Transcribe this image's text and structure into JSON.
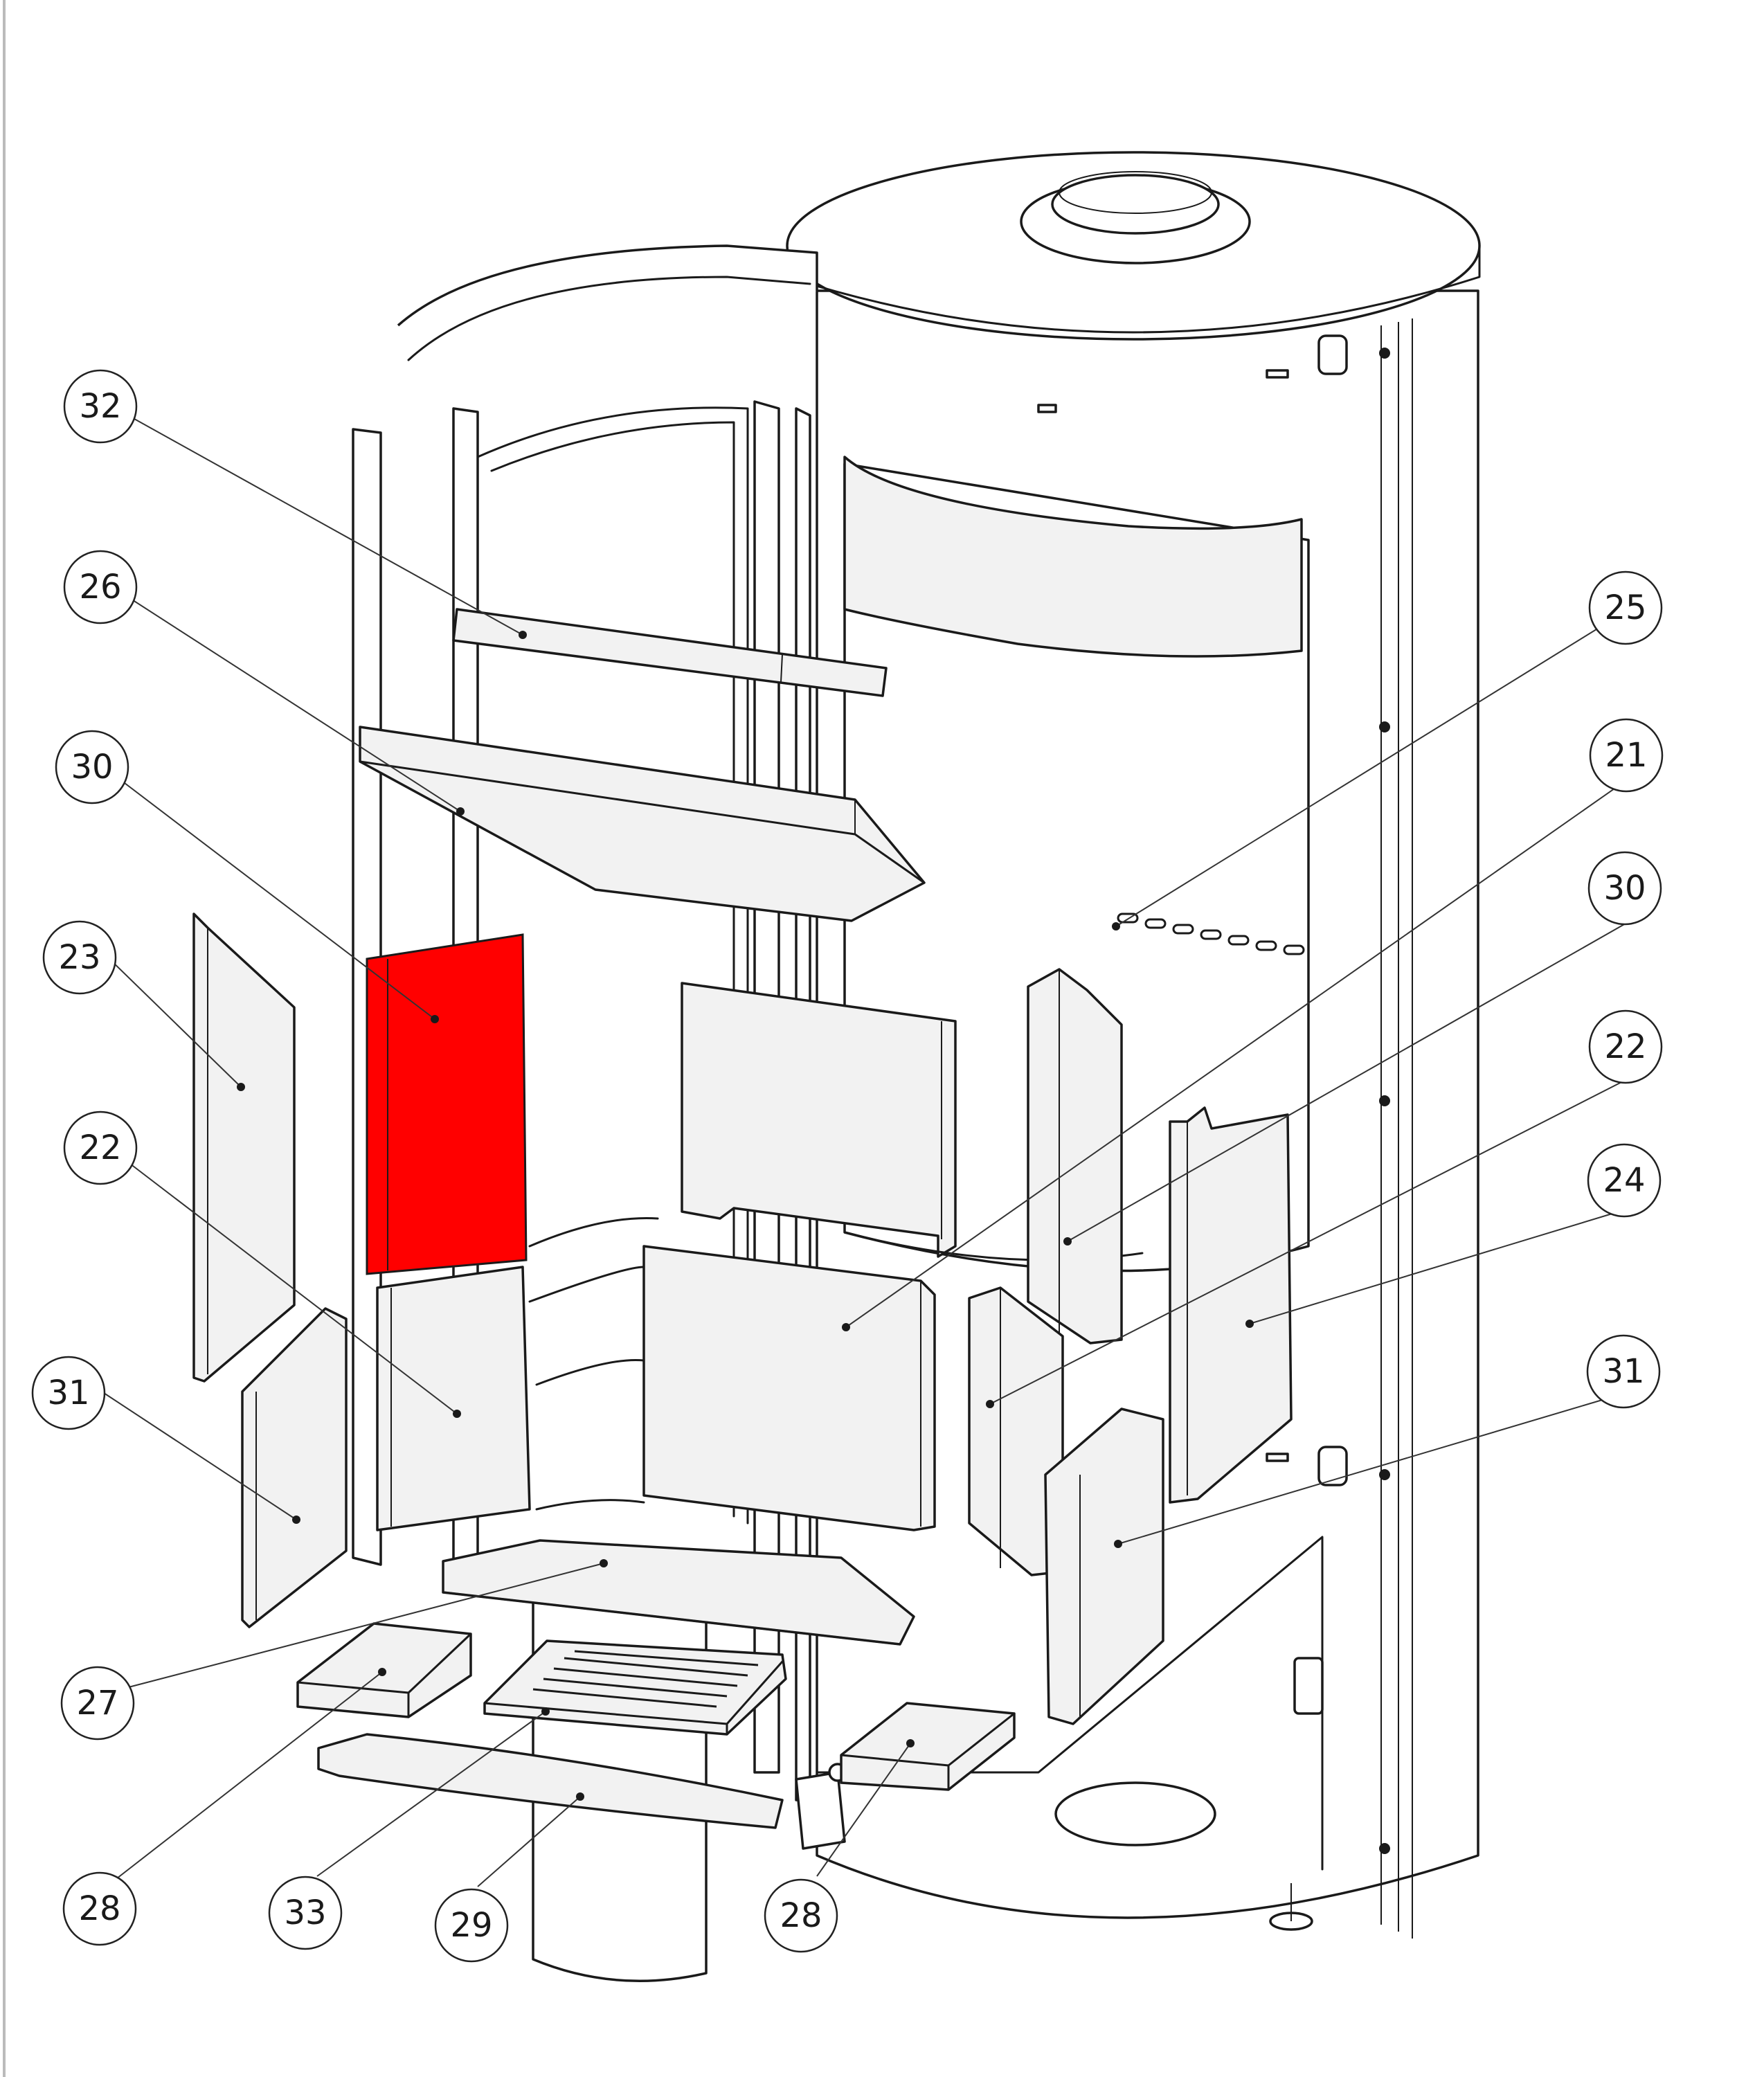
{
  "diagram": {
    "highlight_color": "#ff0000",
    "line_color": "#1a1a1a",
    "highlighted_part": "30",
    "callouts": [
      {
        "id": "c32-left",
        "label": "32"
      },
      {
        "id": "c26-left",
        "label": "26"
      },
      {
        "id": "c30-left",
        "label": "30"
      },
      {
        "id": "c23-left",
        "label": "23"
      },
      {
        "id": "c22-left",
        "label": "22"
      },
      {
        "id": "c31-left",
        "label": "31"
      },
      {
        "id": "c27-left",
        "label": "27"
      },
      {
        "id": "c28-bottom-left",
        "label": "28"
      },
      {
        "id": "c33-bottom",
        "label": "33"
      },
      {
        "id": "c29-bottom",
        "label": "29"
      },
      {
        "id": "c28-bottom-right",
        "label": "28"
      },
      {
        "id": "c25-right",
        "label": "25"
      },
      {
        "id": "c21-right",
        "label": "21"
      },
      {
        "id": "c30-right",
        "label": "30"
      },
      {
        "id": "c22-right",
        "label": "22"
      },
      {
        "id": "c24-right",
        "label": "24"
      },
      {
        "id": "c31-right",
        "label": "31"
      }
    ]
  }
}
